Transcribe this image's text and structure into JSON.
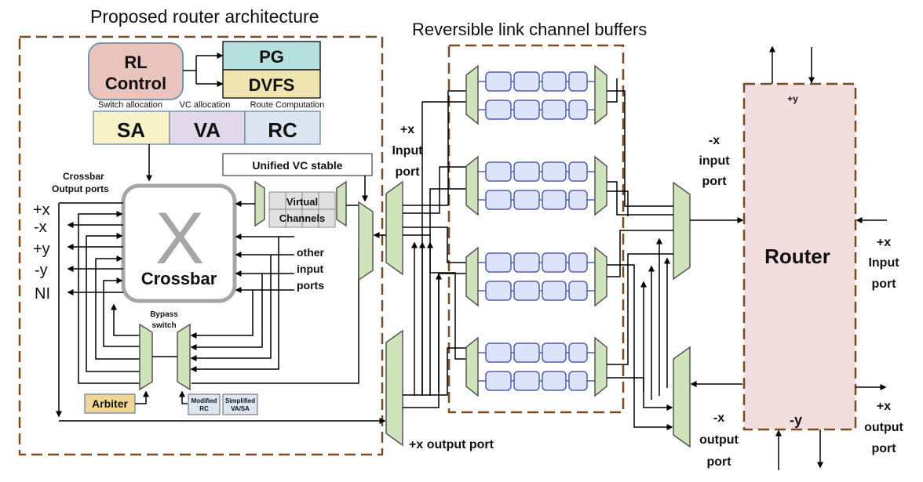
{
  "titles": {
    "router_arch": "Proposed router architecture",
    "link_buffers": "Reversible link channel buffers"
  },
  "control": {
    "rl": [
      "RL",
      "Control"
    ],
    "pg": "PG",
    "dvfs": "DVFS"
  },
  "pipeline": {
    "labels": [
      "Switch allocation",
      "VC allocation",
      "Route Computation"
    ],
    "stages": [
      "SA",
      "VA",
      "RC"
    ]
  },
  "crossbar": {
    "output_ports_label": [
      "Crossbar",
      "Output ports"
    ],
    "ports": [
      "+x",
      "-x",
      "+y",
      "-y",
      "NI"
    ],
    "symbol": "X",
    "name": "Crossbar"
  },
  "unified_vc": "Unified VC stable",
  "virtual_channels": [
    "Virtual",
    "Channels"
  ],
  "other_inputs": [
    "other",
    "input",
    "ports"
  ],
  "bypass": [
    "Bypass",
    "switch"
  ],
  "arbiter": "Arbiter",
  "modified_rc": [
    "Modified",
    "RC"
  ],
  "simplified_vasa": [
    "Simplified",
    "VA/SA"
  ],
  "left_link": {
    "input_port": [
      "+x",
      "Input",
      "port"
    ],
    "output_port": "+x output port"
  },
  "right_link": {
    "input_port": [
      "-x",
      "input",
      "port"
    ],
    "output_port": [
      "-x",
      "output",
      "port"
    ]
  },
  "router": {
    "name": "Router",
    "top": "+y",
    "bottom": "-y",
    "right_input": [
      "+x",
      "Input",
      "port"
    ],
    "right_output": [
      "+x",
      "output",
      "port"
    ]
  },
  "colors": {
    "dashed_border": "#7a4a22",
    "rl_control": "#e8c4bc",
    "pg": "#b5e0de",
    "dvfs": "#f0e4b0",
    "sa": "#f8f2c8",
    "va": "#e2d8ec",
    "rc": "#dbe6f2",
    "mux": "#cfe4bb",
    "buffer_slot": "#dde3f8",
    "buffer_stroke": "#4f5fae",
    "arbiter": "#f1d795",
    "router_fill": "#f2dede"
  }
}
